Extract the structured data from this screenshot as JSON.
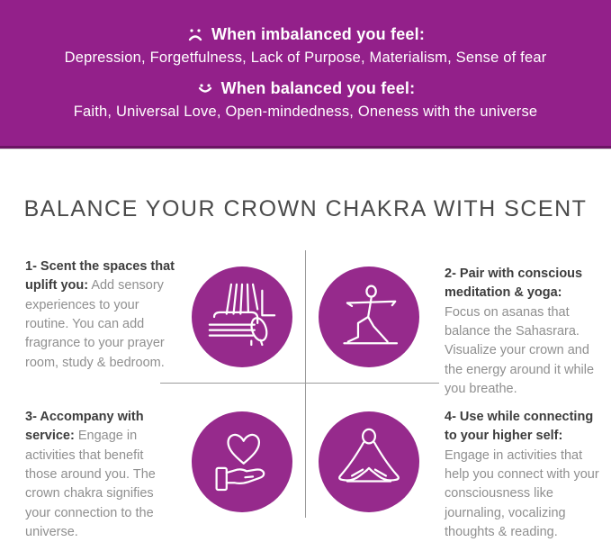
{
  "header": {
    "bg_color": "#93208a",
    "imbalanced": {
      "icon": "sad-face",
      "title": "When imbalanced you feel:",
      "items": "Depression, Forgetfulness, Lack of Purpose, Materialism, Sense of fear"
    },
    "balanced": {
      "icon": "happy-face",
      "title": "When balanced you feel:",
      "items": "Faith, Universal Love, Open-mindedness, Oneness with the universe"
    }
  },
  "section_title": "BALANCE YOUR CROWN CHAKRA WITH SCENT",
  "accent_color": "#962a8c",
  "tips": [
    {
      "icon": "sofa-curtain",
      "heading": "1- Scent the spaces that uplift you:",
      "body": "Add sensory experiences to your routine. You can add fragrance to your prayer room, study & bedroom."
    },
    {
      "icon": "warrior-yoga-pose",
      "heading": "2- Pair with conscious meditation & yoga:",
      "body": "Focus on asanas that balance the Sahasrara. Visualize your crown and the energy around it while you breathe."
    },
    {
      "icon": "heart-in-hand",
      "heading": "3- Accompany with service:",
      "body": "Engage in activities that benefit those around you. The crown chakra signifies your connection to the universe."
    },
    {
      "icon": "meditation-pose",
      "heading": "4- Use while connecting to your higher self:",
      "body": "Engage in activities that help you connect with your consciousness like journaling, vocalizing thoughts & reading."
    }
  ]
}
